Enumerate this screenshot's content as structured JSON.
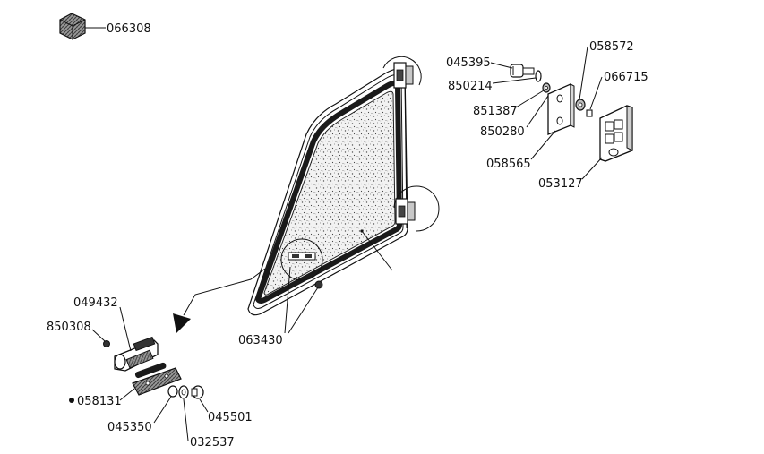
{
  "diagram": {
    "callouts": {
      "c066308": "066308",
      "c045395": "045395",
      "c850214": "850214",
      "c851387": "851387",
      "c850280": "850280",
      "c058565": "058565",
      "c058572": "058572",
      "c066715": "066715",
      "c053127": "053127",
      "c049432": "049432",
      "c850308": "850308",
      "c058131": "058131",
      "c045350": "045350",
      "c032537": "032537",
      "c045501": "045501",
      "c063430": "063430"
    },
    "colors": {
      "line": "#111111",
      "glass": "#d8d8d8",
      "frame": "#1a1a1a"
    }
  }
}
